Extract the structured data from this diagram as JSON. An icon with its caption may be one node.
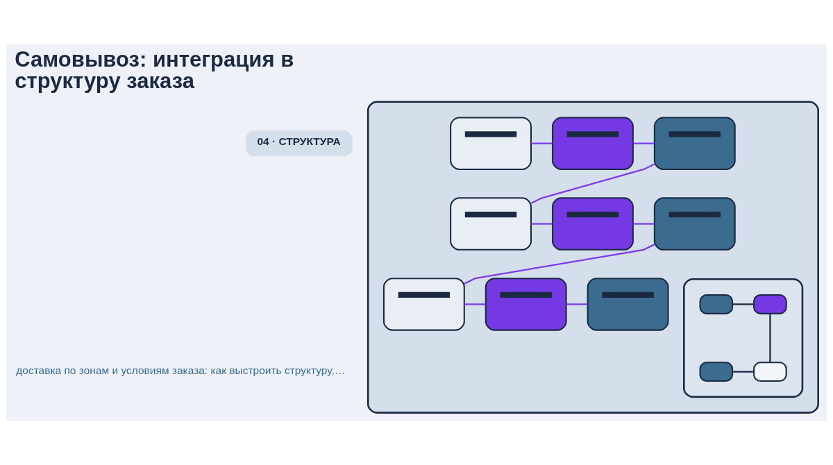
{
  "diagram": {
    "title": "Самовывоз: интеграция в структуру заказа",
    "nodes": [
      {
        "text": [],
        "shape": "box"
      },
      {
        "text": [],
        "shape": "box",
        "in": 0
      },
      {
        "text": [],
        "shape": "box",
        "in": 0
      },
      {
        "text": [],
        "shape": "box",
        "in": 0
      },
      {
        "text": [],
        "shape": "box",
        "in": 0
      },
      {
        "text": [],
        "shape": "box",
        "in": 0
      },
      {
        "text": [],
        "shape": "box",
        "in": 0
      },
      {
        "text": [],
        "shape": "box",
        "in": 0
      },
      {
        "text": [],
        "shape": "box",
        "in": 0
      },
      {
        "text": [],
        "shape": "box",
        "in": 0
      },
      {
        "text": [],
        "shape": "box",
        "in": 0
      },
      {
        "text": [],
        "shape": "box",
        "in": 10
      },
      {
        "text": [],
        "shape": "box",
        "in": 10
      },
      {
        "text": [],
        "shape": "box",
        "in": 10
      },
      {
        "text": [],
        "shape": "box",
        "in": 10
      }
    ],
    "edges": [
      {
        "from": 1,
        "to": 2,
        "arrow": "none"
      },
      {
        "from": 2,
        "to": 3,
        "arrow": "none"
      },
      {
        "from": 3,
        "to": 4,
        "arrow": "none"
      },
      {
        "from": 4,
        "to": 5,
        "arrow": "none"
      },
      {
        "from": 5,
        "to": 6,
        "arrow": "none"
      },
      {
        "from": 6,
        "to": 7,
        "arrow": "none"
      },
      {
        "from": 7,
        "to": 8,
        "arrow": "none"
      },
      {
        "from": 8,
        "to": 9,
        "arrow": "none"
      },
      {
        "from": 11,
        "to": 12,
        "arrow": "none",
        "color": "#1b2a41"
      },
      {
        "from": 12,
        "to": 14,
        "arrow": "none",
        "color": "#1b2a41"
      },
      {
        "from": 13,
        "to": 14,
        "arrow": "none",
        "color": "#1b2a41"
      }
    ],
    "labels": [
      "04 · СТРУКТУРА",
      "доставка по зонам и условиям заказа: как выстроить структуру,…"
    ]
  }
}
